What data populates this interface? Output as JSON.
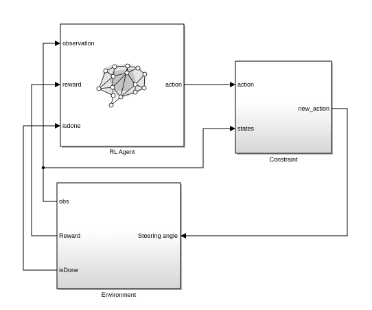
{
  "blocks": {
    "rl_agent": {
      "name": "RL Agent",
      "inputs": [
        "observation",
        "reward",
        "isdone"
      ],
      "outputs": [
        "action"
      ],
      "icon": "neural-network-brain-icon"
    },
    "constraint": {
      "name": "Constraint",
      "inputs": [
        "action",
        "states"
      ],
      "outputs": [
        "new_action"
      ]
    },
    "environment": {
      "name": "Environment",
      "inputs": [
        "Steering angle"
      ],
      "outputs": [
        "obs",
        "Reward",
        "isDone"
      ]
    }
  },
  "colors": {
    "block_border": "#000000",
    "block_gradient_end": "#d9d9d9",
    "shadow": "#b3b3b3",
    "wire": "#000000"
  }
}
